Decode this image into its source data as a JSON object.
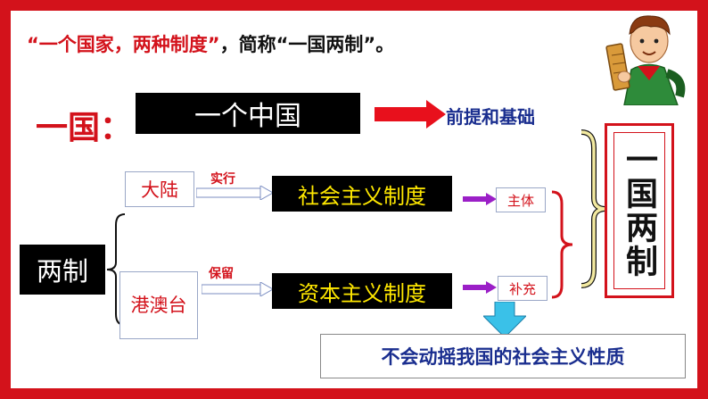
{
  "title": {
    "part1": "“一个国家，两种制度”",
    "part2": "，简称“一国两制”。"
  },
  "yiguo": {
    "label": "一国：",
    "box": "一个中国",
    "premise": "前提和基础"
  },
  "mainland": {
    "region": "大陆",
    "action": "实行",
    "system": "社会主义制度",
    "role": "主体"
  },
  "hkmt": {
    "region": "港澳台",
    "action": "保留",
    "system": "资本主义制度",
    "role": "补充"
  },
  "liangzhi": {
    "label": "两制"
  },
  "summary": {
    "label": "一国两制"
  },
  "conclusion": {
    "text": "不会动摇我国的社会主义性质"
  },
  "colors": {
    "frame": "#d3121b",
    "accent_blue": "#1a2e8f",
    "arrow_purple": "#9b1fc7",
    "brace_yellow": "#f2e9a0",
    "down_arrow": "#3ac1e8"
  }
}
